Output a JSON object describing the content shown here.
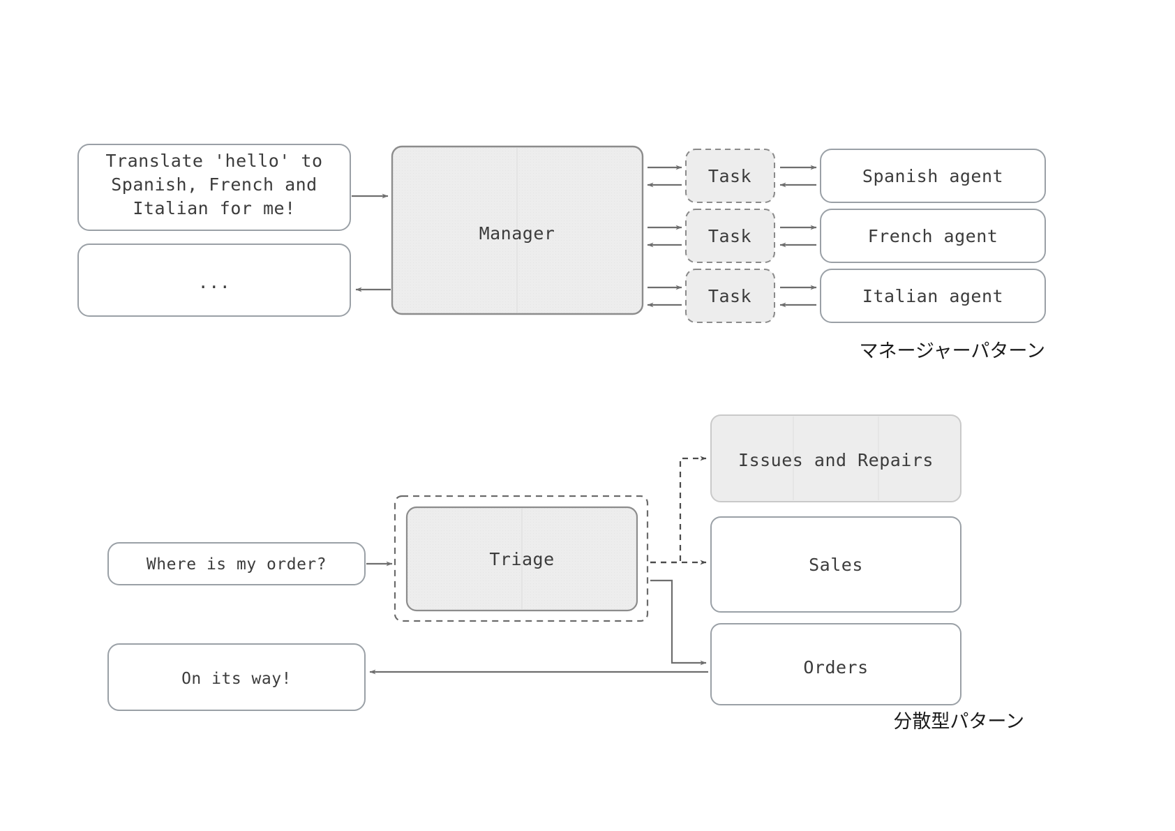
{
  "figure": {
    "background_color": "#ffffff",
    "node_fill_gray": "#ededed",
    "node_stroke": "#9aa0a6",
    "connector_color": "#6e6e6e",
    "text_color": "#3c3c3c"
  },
  "manager_pattern": {
    "caption": "マネージャーパターン",
    "input_box": {
      "line1": "Translate 'hello' to",
      "line2": "Spanish, French and",
      "line3": "Italian for me!"
    },
    "output_box": {
      "label": "..."
    },
    "orchestrator": {
      "label": "Manager"
    },
    "tasks": [
      {
        "label": "Task"
      },
      {
        "label": "Task"
      },
      {
        "label": "Task"
      }
    ],
    "agents": [
      {
        "label": "Spanish agent"
      },
      {
        "label": "French agent"
      },
      {
        "label": "Italian agent"
      }
    ]
  },
  "decentralized_pattern": {
    "caption": "分散型パターン",
    "input_box": {
      "label": "Where is my order?"
    },
    "output_box": {
      "label": "On its way!"
    },
    "triage": {
      "label": "Triage"
    },
    "handoffs": [
      {
        "label": "Issues and Repairs",
        "highlighted": true
      },
      {
        "label": "Sales",
        "highlighted": false
      },
      {
        "label": "Orders",
        "highlighted": false
      }
    ]
  }
}
